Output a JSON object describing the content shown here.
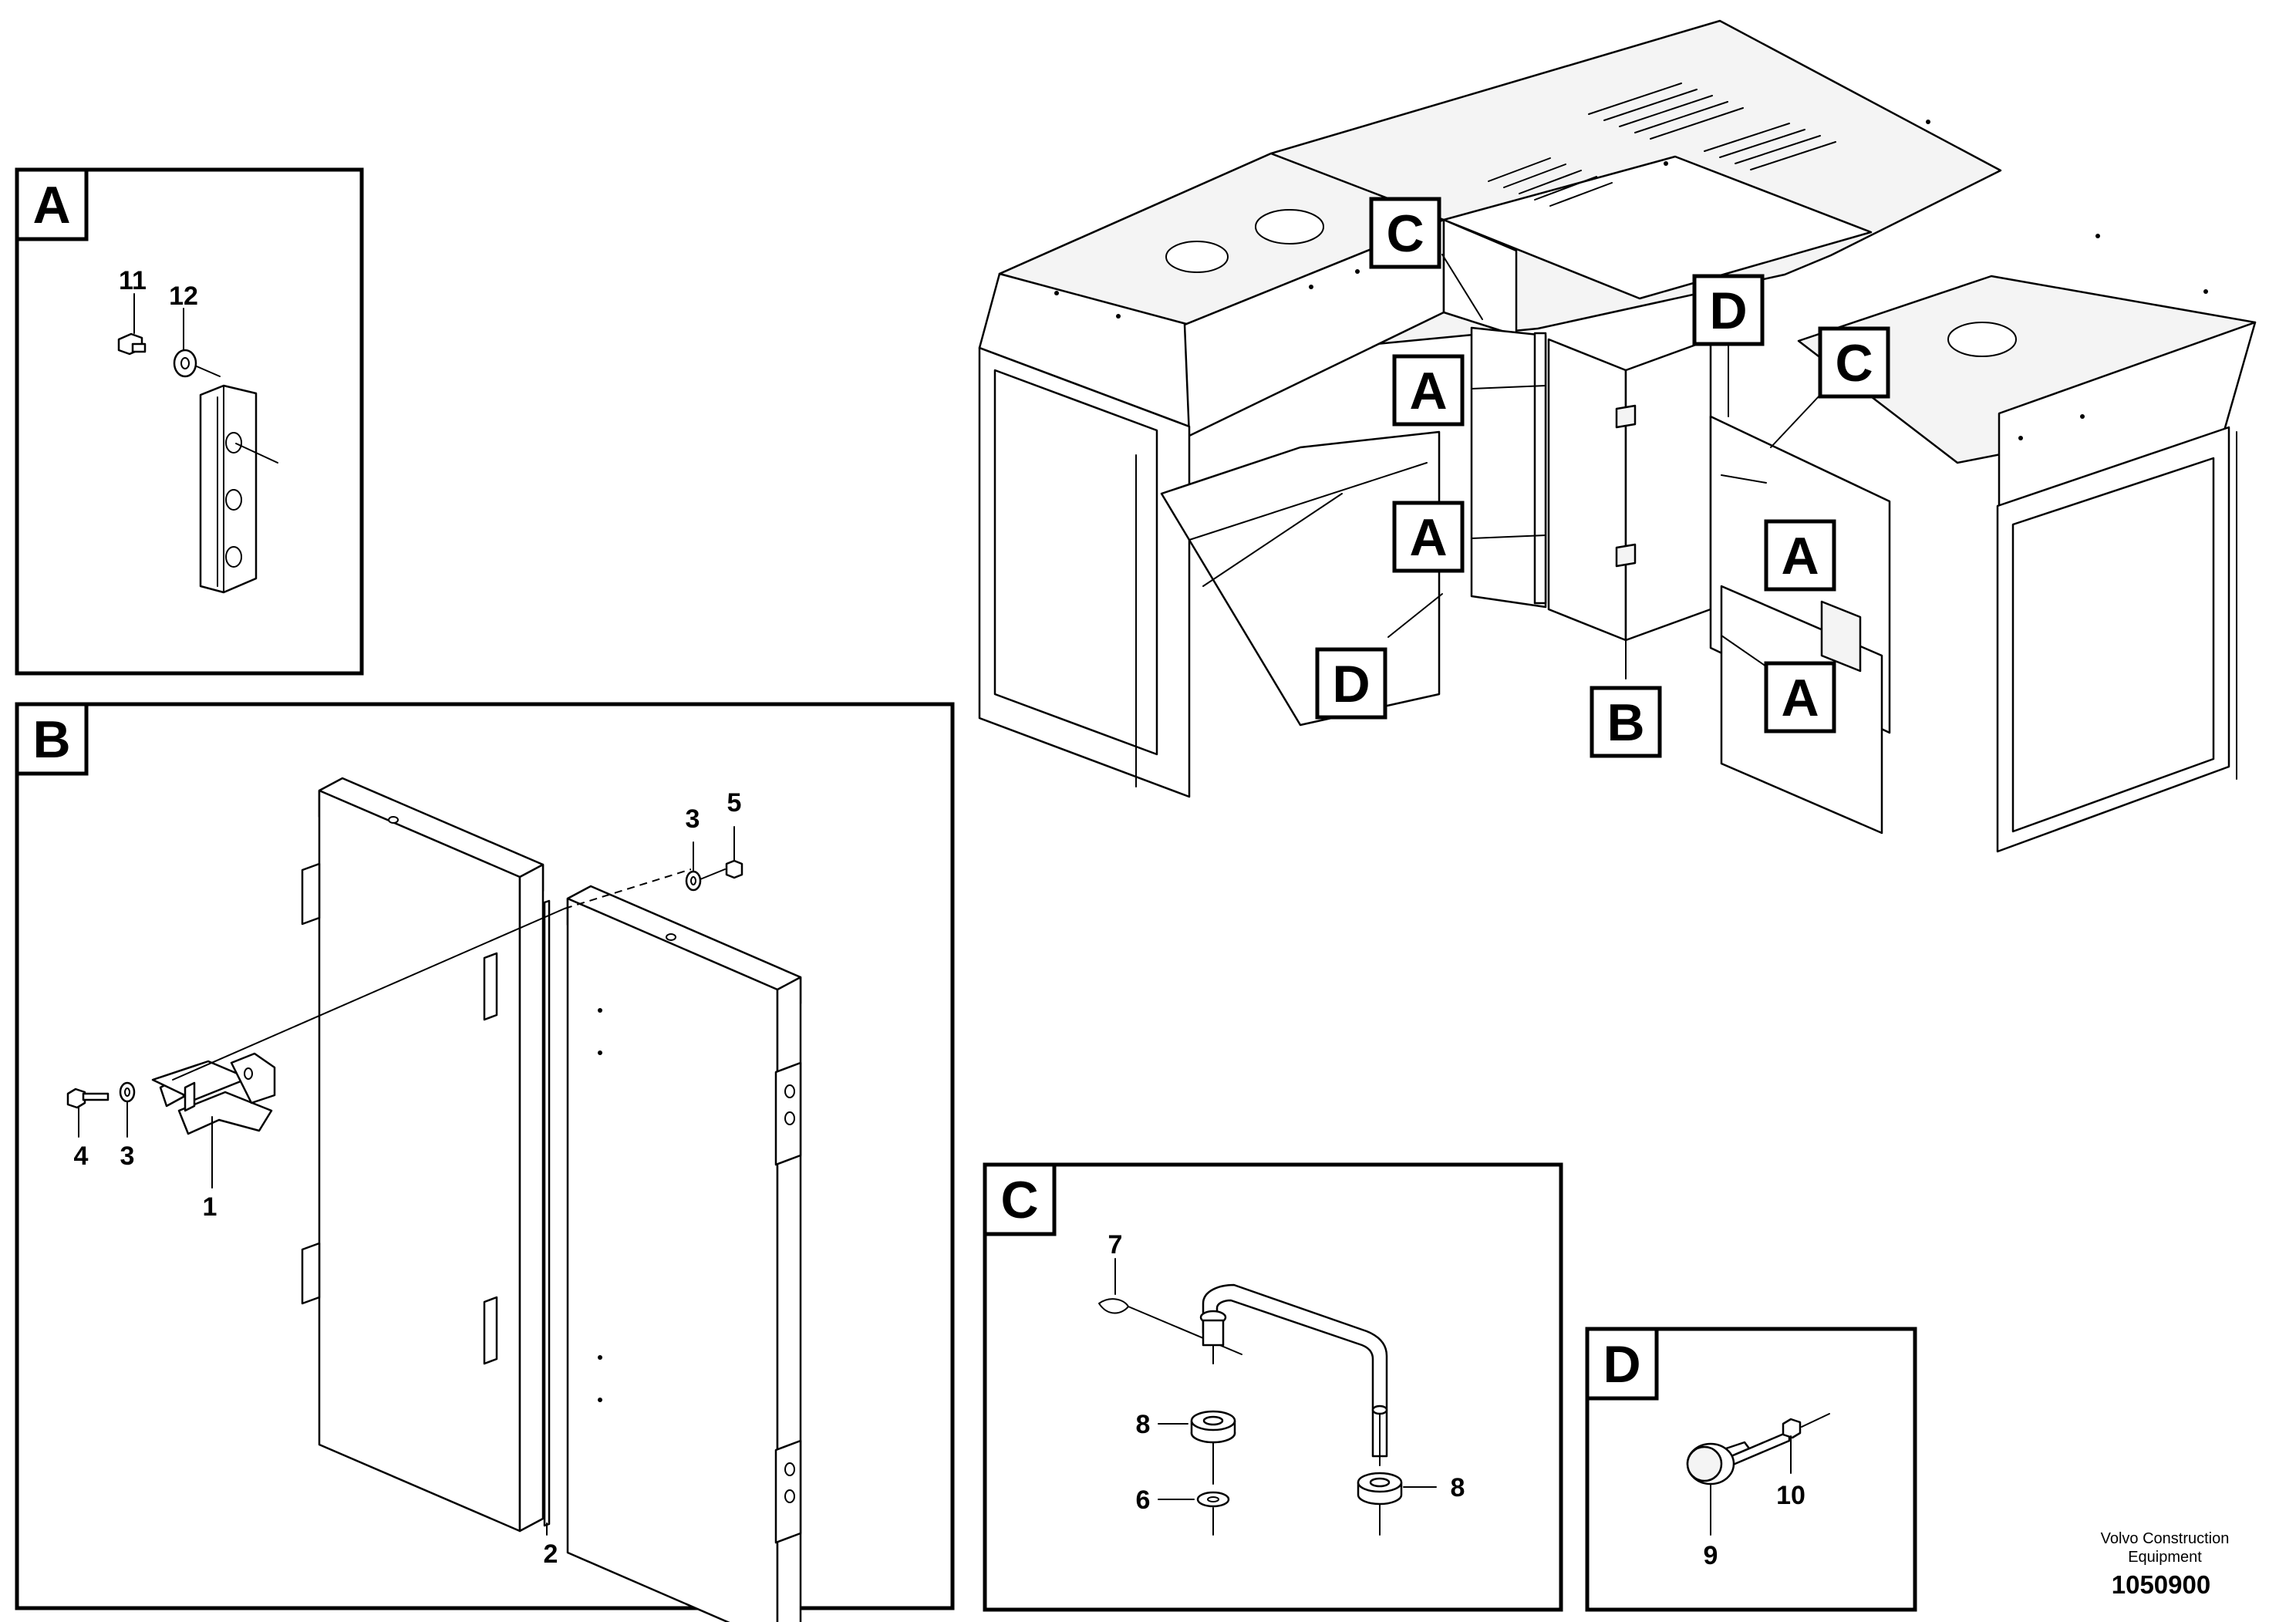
{
  "views": {
    "a": {
      "letter": "A",
      "callouts": [
        "11",
        "12"
      ]
    },
    "b": {
      "letter": "B",
      "callouts": [
        "3",
        "5",
        "4",
        "3",
        "1",
        "2"
      ]
    },
    "c": {
      "letter": "C",
      "callouts": [
        "7",
        "8",
        "6",
        "8"
      ]
    },
    "d": {
      "letter": "D",
      "callouts": [
        "9",
        "10"
      ]
    }
  },
  "overview_tags": {
    "c_left": "C",
    "d_right": "D",
    "c_right": "C",
    "a_upper_left": "A",
    "a_lower_left": "A",
    "a_upper_right": "A",
    "a_lower_right": "A",
    "d_left": "D",
    "b": "B"
  },
  "footer": {
    "credit_line1": "Volvo Construction",
    "credit_line2": "Equipment",
    "doc_number": "1050900"
  }
}
